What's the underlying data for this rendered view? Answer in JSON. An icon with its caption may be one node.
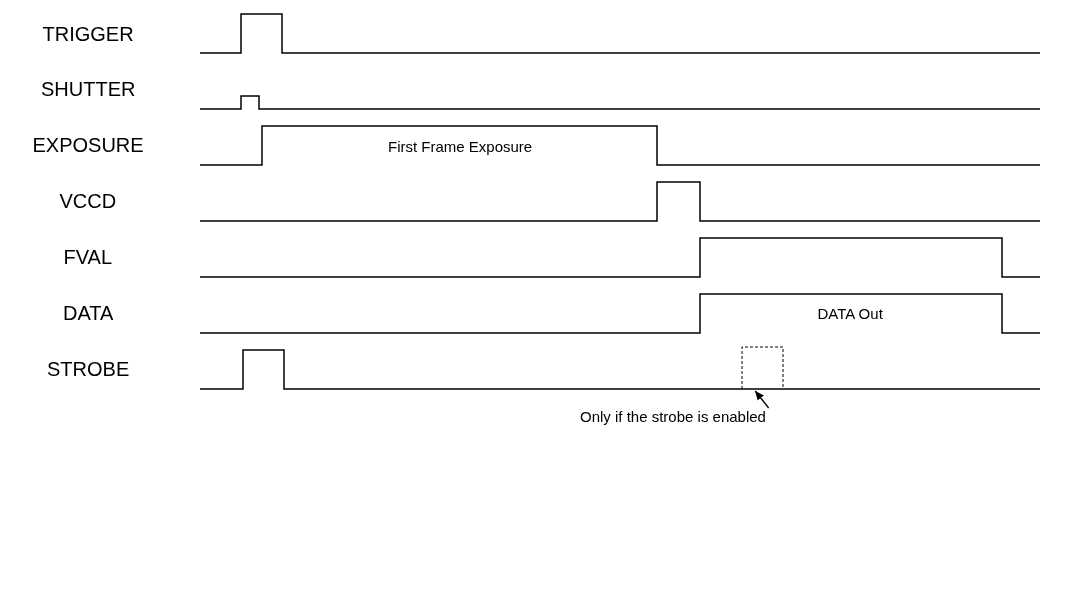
{
  "diagram": {
    "nodes": [
      {
        "text": [
          "Only if the strobe is enabled"
        ]
      },
      {
        "text": [],
        "shape": "box"
      }
    ],
    "edges": [
      {
        "from": 0,
        "to": 1,
        "arrow": "to"
      }
    ],
    "labels": [
      "TRIGGER",
      "SHUTTER",
      "EXPOSURE",
      "First Frame Exposure",
      "VCCD",
      "FVAL",
      "DATA",
      "DATA Out",
      "STROBE"
    ]
  }
}
